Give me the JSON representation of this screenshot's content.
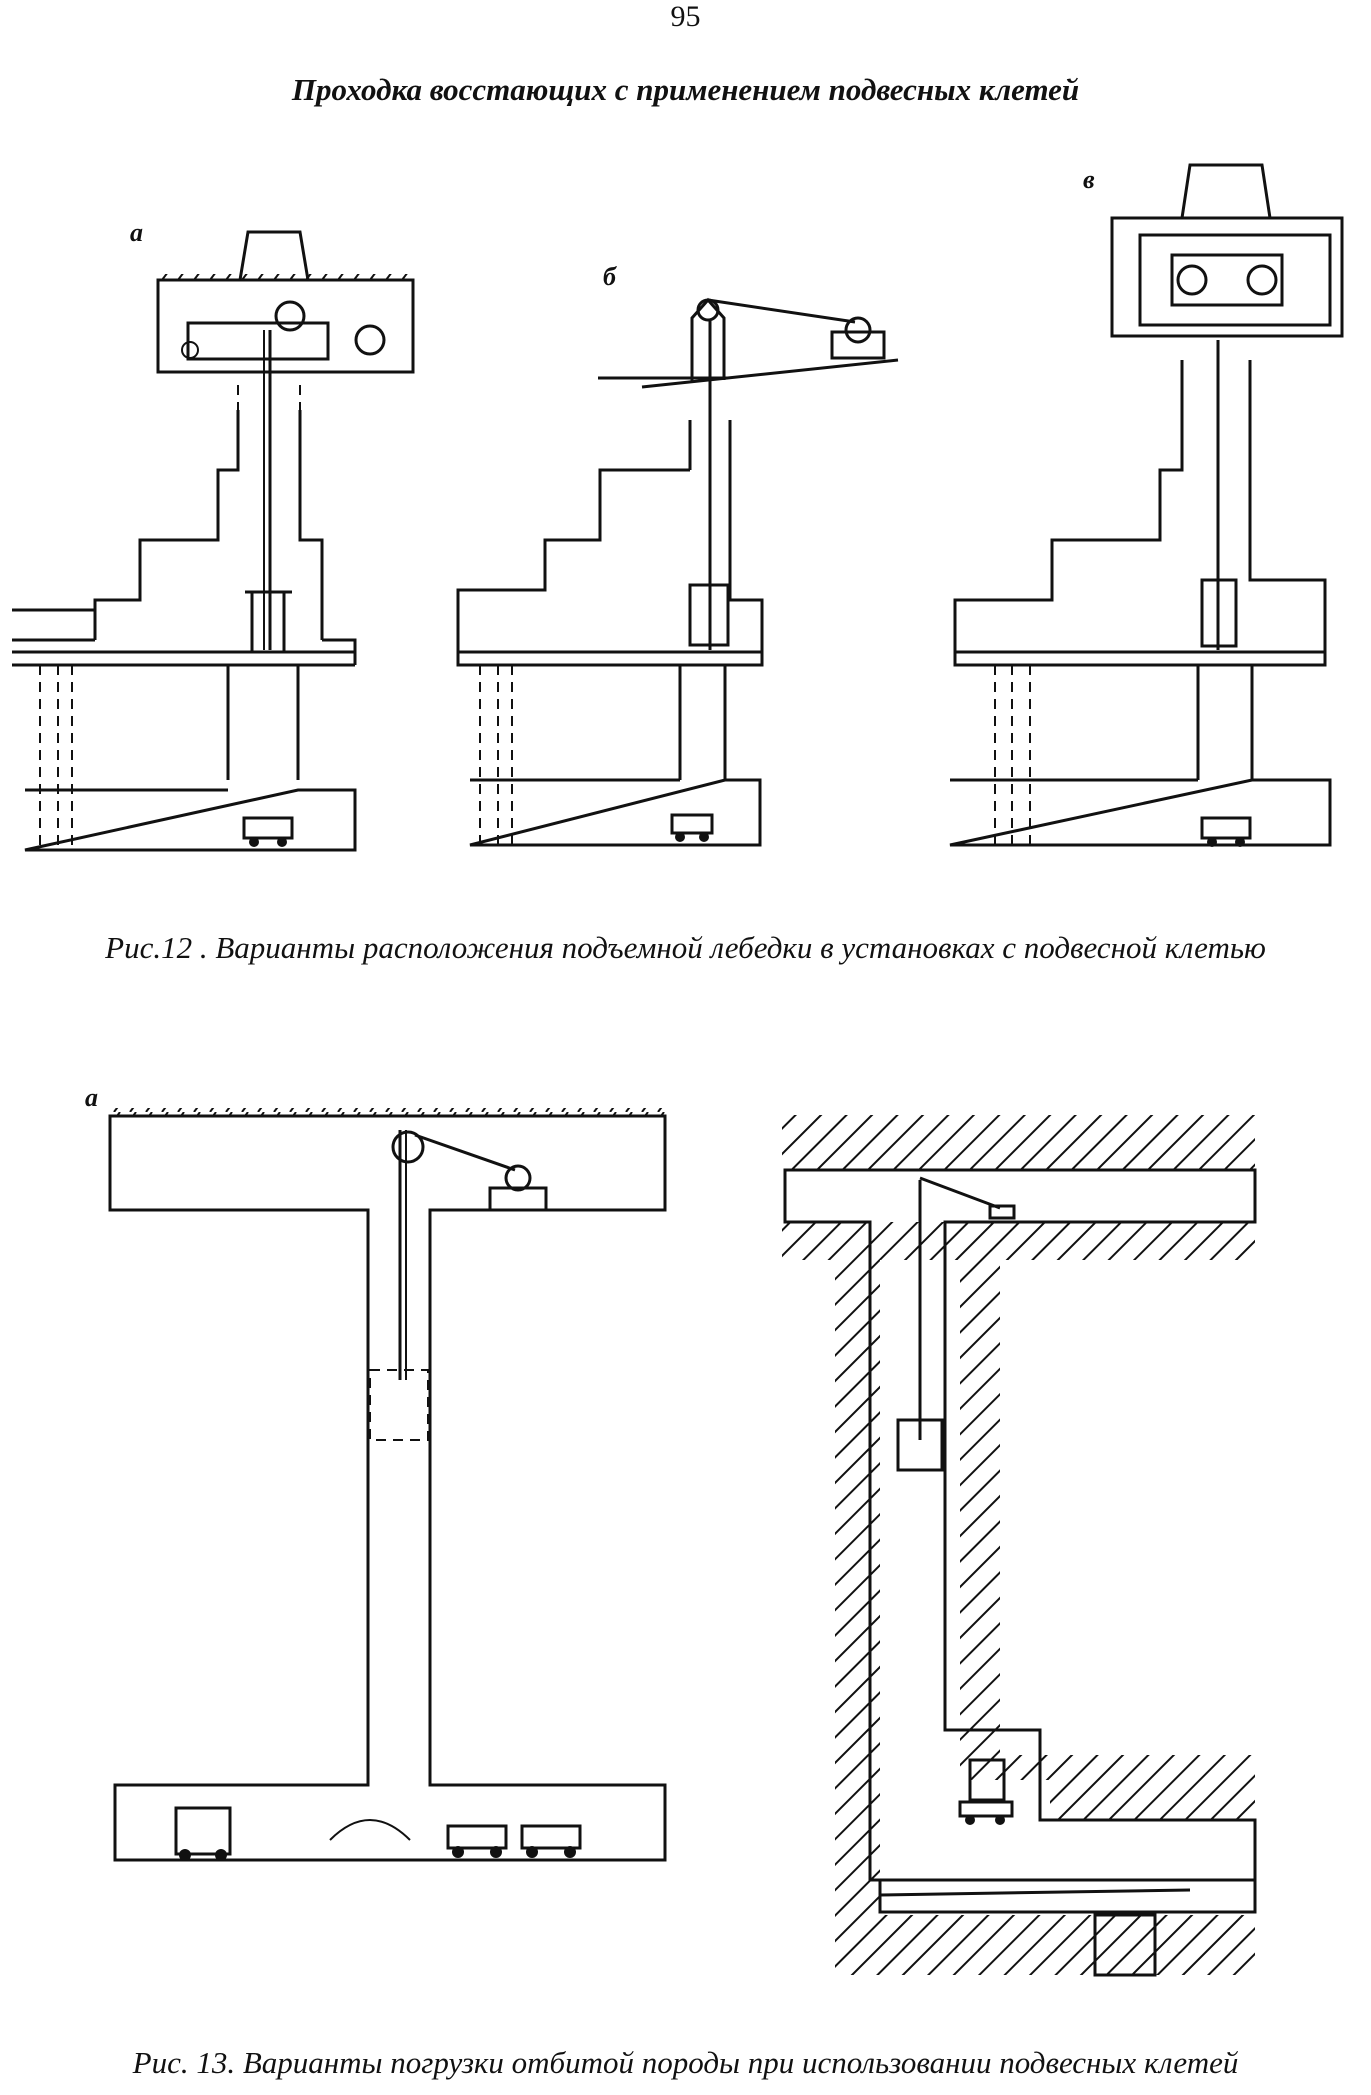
{
  "page": {
    "number": "95",
    "running_head": "Проходка восстающих с применением подвесных клетей"
  },
  "figure12": {
    "caption": "Рис.12 . Варианты расположения подъемной лебедки в установках с подвесной клетью",
    "panel_labels": [
      "а",
      "б",
      "в"
    ]
  },
  "figure13": {
    "caption": "Рис. 13. Варианты погрузки отбитой породы при использовании подвесных клетей",
    "panel_labels": [
      "а"
    ]
  }
}
